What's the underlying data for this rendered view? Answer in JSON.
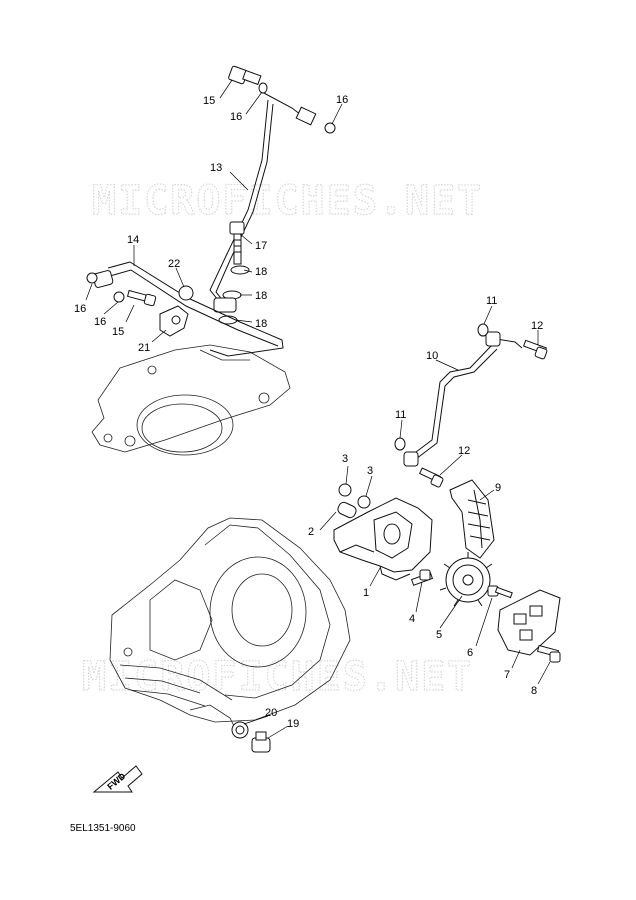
{
  "watermarks": [
    "MICROFICHES.NET",
    "MICROFICHES.NET"
  ],
  "callouts": {
    "c1": "1",
    "c2": "2",
    "c3a": "3",
    "c3b": "3",
    "c4": "4",
    "c5": "5",
    "c6": "6",
    "c7": "7",
    "c8": "8",
    "c9": "9",
    "c10": "10",
    "c11a": "11",
    "c11b": "11",
    "c12a": "12",
    "c12b": "12",
    "c13": "13",
    "c14": "14",
    "c15a": "15",
    "c15b": "15",
    "c16a": "16",
    "c16b": "16",
    "c16c": "16",
    "c17": "17",
    "c18a": "18",
    "c18b": "18",
    "c18c": "18",
    "c19": "19",
    "c20": "20",
    "c21": "21",
    "c22": "22"
  },
  "fwd_label": "FWD",
  "diagram_code": "5EL1351-9060"
}
